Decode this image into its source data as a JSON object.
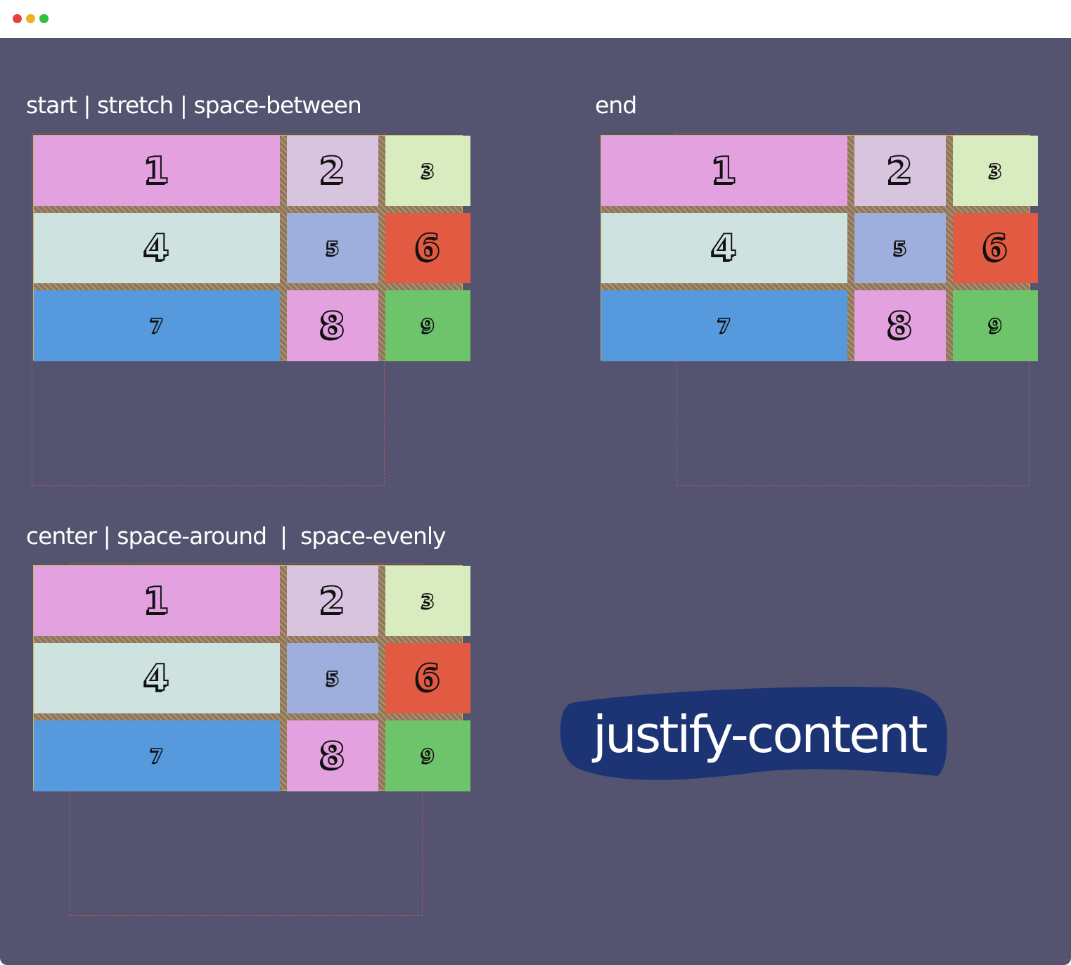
{
  "window": {
    "controls": [
      {
        "name": "close",
        "color": "#e0443a"
      },
      {
        "name": "minimize",
        "color": "#f0b21c"
      },
      {
        "name": "maximize",
        "color": "#2ec23f"
      }
    ]
  },
  "sections": [
    {
      "label": "start | stretch | space-between"
    },
    {
      "label": "end"
    },
    {
      "label": "center | space-around  |  space-evenly"
    }
  ],
  "items": [
    {
      "label": "1",
      "color": "#e3a1df",
      "size": "big"
    },
    {
      "label": "2",
      "color": "#d9c4e0",
      "size": "big"
    },
    {
      "label": "3",
      "color": "#d9ecbf",
      "size": "small"
    },
    {
      "label": "4",
      "color": "#cee3df",
      "size": "big"
    },
    {
      "label": "5",
      "color": "#9eaedd",
      "size": "small"
    },
    {
      "label": "6",
      "color": "#e25a41",
      "size": "big"
    },
    {
      "label": "7",
      "color": "#5699dc",
      "size": "small"
    },
    {
      "label": "8",
      "color": "#e3a1df",
      "size": "big"
    },
    {
      "label": "9",
      "color": "#6dc46a",
      "size": "small"
    }
  ],
  "badge": {
    "text": "justify-content",
    "color": "#1c3474"
  }
}
